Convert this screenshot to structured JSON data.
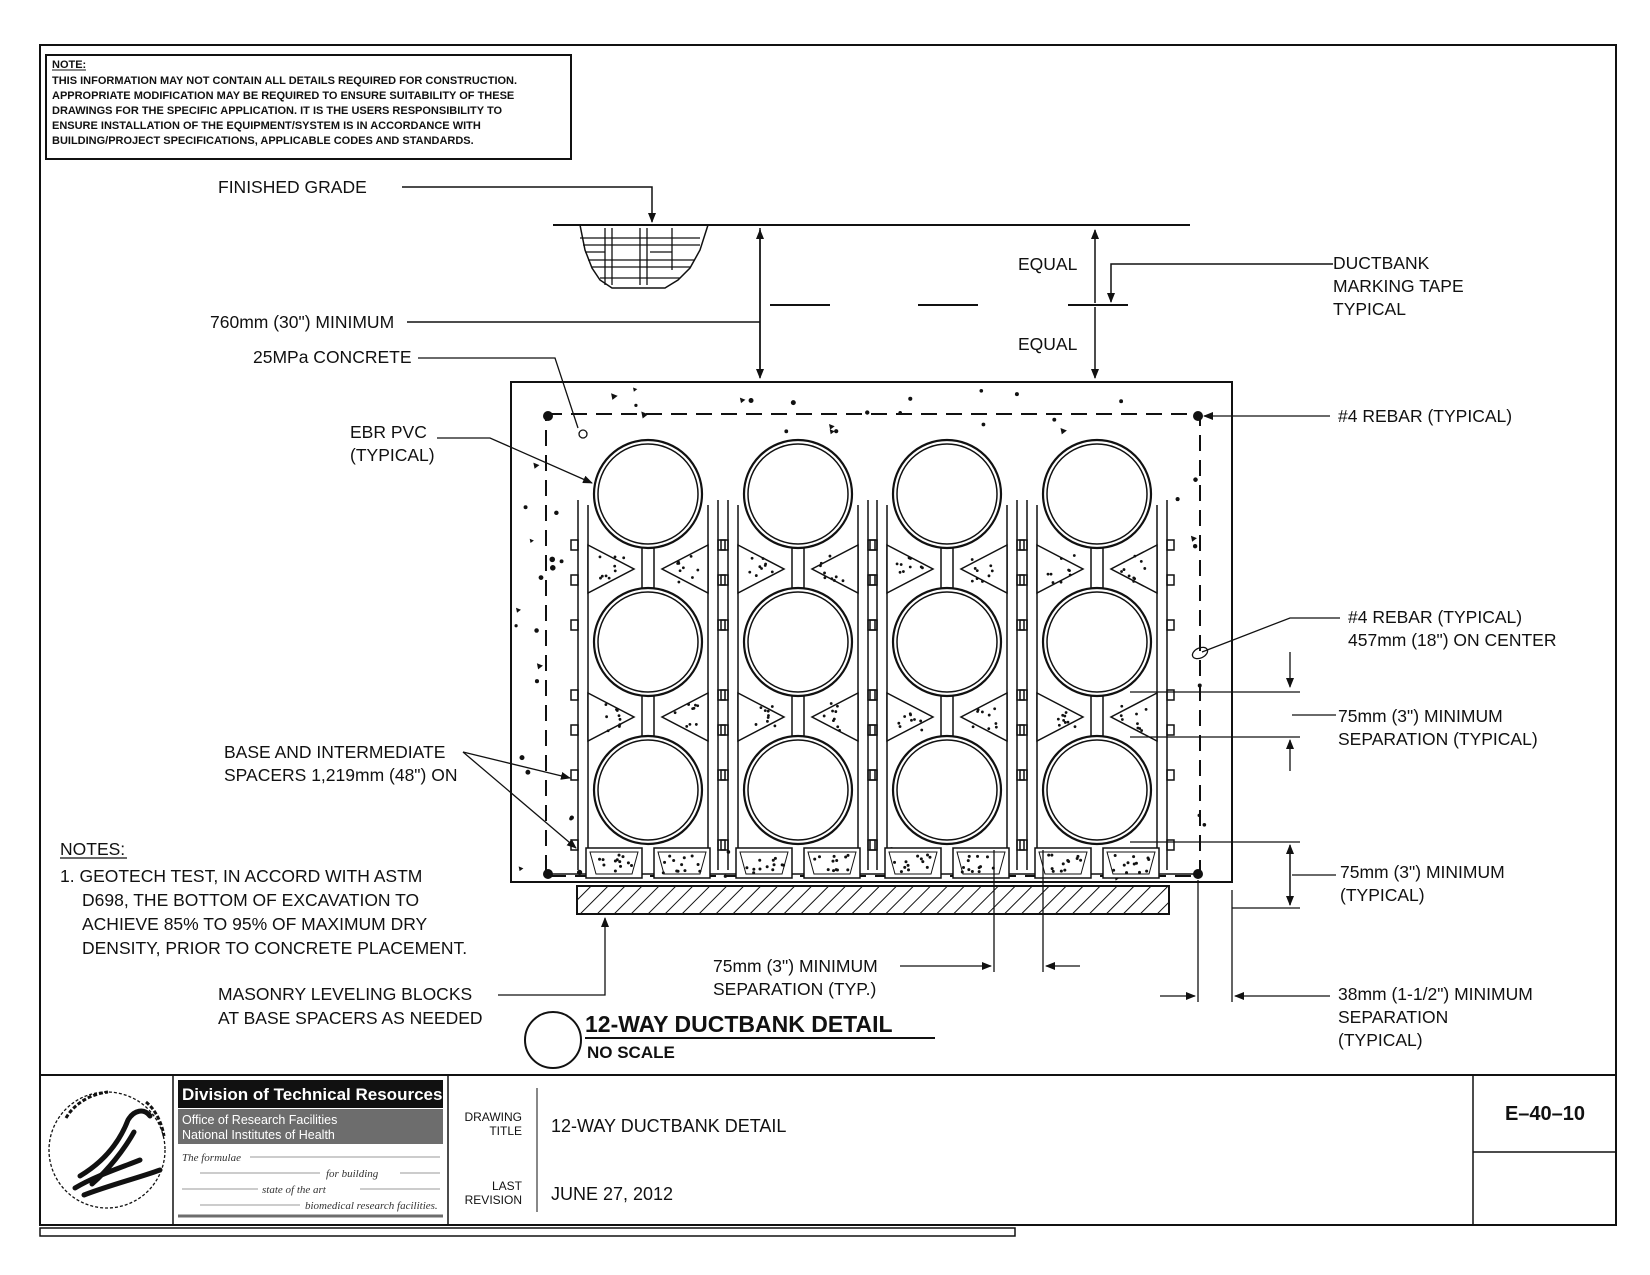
{
  "note_box": {
    "heading": "NOTE:",
    "lines": [
      "THIS INFORMATION MAY NOT CONTAIN ALL DETAILS REQUIRED FOR CONSTRUCTION.",
      "APPROPRIATE MODIFICATION MAY BE REQUIRED TO ENSURE SUITABILITY OF THESE",
      "DRAWINGS FOR THE SPECIFIC APPLICATION.  IT IS THE USERS RESPONSIBILITY TO",
      "ENSURE INSTALLATION OF THE EQUIPMENT/SYSTEM IS IN ACCORDANCE WITH",
      "BUILDING/PROJECT SPECIFICATIONS, APPLICABLE CODES AND STANDARDS."
    ]
  },
  "labels": {
    "finished_grade": "FINISHED GRADE",
    "equal_top": "EQUAL",
    "equal_bottom": "EQUAL",
    "marking_tape": [
      "DUCTBANK",
      "MARKING TAPE",
      "TYPICAL"
    ],
    "min_depth": "760mm (30\") MINIMUM",
    "concrete": "25MPa CONCRETE",
    "ebr_pvc": [
      "EBR PVC",
      "(TYPICAL)"
    ],
    "rebar_typical": "#4 REBAR (TYPICAL)",
    "rebar_spacing": [
      "#4 REBAR (TYPICAL)",
      "457mm (18\") ON CENTER"
    ],
    "sep_typical": [
      "75mm (3\") MINIMUM",
      "SEPARATION (TYPICAL)"
    ],
    "spacers": [
      "BASE AND INTERMEDIATE",
      "SPACERS 1,219mm (48\") ON"
    ],
    "min_typical": [
      "75mm (3\") MINIMUM",
      "(TYPICAL)"
    ],
    "sep_typ": [
      "75mm (3\") MINIMUM",
      "SEPARATION (TYP.)"
    ],
    "leveling_blocks": [
      "MASONRY LEVELING BLOCKS",
      "AT BASE SPACERS AS NEEDED"
    ],
    "sep_38": [
      "38mm (1-1/2\") MINIMUM",
      "SEPARATION",
      "(TYPICAL)"
    ]
  },
  "notes": {
    "heading": "NOTES:",
    "lines": [
      "1. GEOTECH TEST, IN ACCORD WITH ASTM",
      "D698, THE BOTTOM OF EXCAVATION TO",
      "ACHIEVE 85% TO 95% OF MAXIMUM DRY",
      "DENSITY, PRIOR TO CONCRETE PLACEMENT."
    ]
  },
  "detail": {
    "title": "12-WAY DUCTBANK DETAIL",
    "scale": "NO SCALE"
  },
  "title_block": {
    "org_name": "Division of Technical Resources",
    "org_sub1": "Office of Research Facilities",
    "org_sub2": "National Institutes of Health",
    "motto": [
      "The formulae",
      "for building",
      "state of the art",
      "biomedical research facilities."
    ],
    "drawing_title_label": [
      "DRAWING",
      "TITLE"
    ],
    "drawing_title": "12-WAY DUCTBANK DETAIL",
    "last_revision_label": [
      "LAST",
      "REVISION"
    ],
    "last_revision": "JUNE 27, 2012",
    "sheet_number": "E–40–10"
  },
  "colors": {
    "ink": "#111111",
    "paper": "#ffffff",
    "banner": "#6d6d6d"
  }
}
